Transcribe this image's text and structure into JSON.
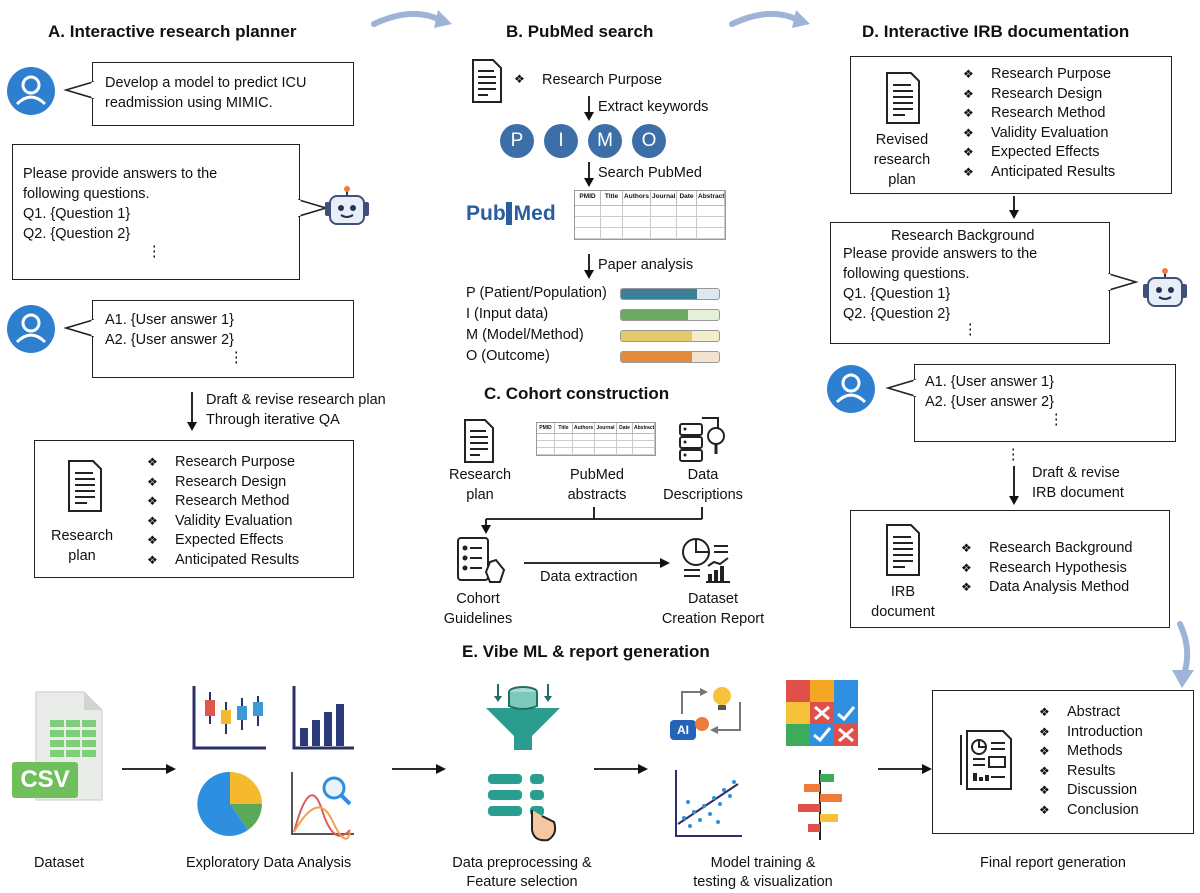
{
  "panelA": {
    "title": "A. Interactive research planner",
    "user_msg_1": "Develop a model to predict ICU",
    "user_msg_2": "readmission using MIMIC.",
    "bot_lines": [
      "Please provide answers to the",
      "following questions.",
      "Q1. {Question 1}",
      "Q2. {Question 2}"
    ],
    "user_answers": [
      "A1. {User answer 1}",
      "A2. {User answer 2}"
    ],
    "ellipsis": "⋮",
    "arrow_label_1": "Draft & revise research plan",
    "arrow_label_2": "Through iterative QA",
    "doc_label_1": "Research",
    "doc_label_2": "plan",
    "plan_items": [
      "Research Purpose",
      "Research Design",
      "Research Method",
      "Validity Evaluation",
      "Expected Effects",
      "Anticipated Results"
    ]
  },
  "panelB": {
    "title": "B. PubMed search",
    "purpose": "Research Purpose",
    "extract": "Extract keywords",
    "pimo": [
      "P",
      "I",
      "M",
      "O"
    ],
    "search": "Search PubMed",
    "pubmed_logo_1": "Pub",
    "pubmed_logo_2": "Med",
    "table_headers": [
      "PMID",
      "Title",
      "Authors",
      "Journal",
      "Date",
      "Abstract"
    ],
    "analysis": "Paper analysis",
    "bars": [
      {
        "label": "P (Patient/Population)",
        "fill": 0.78,
        "color": "#3d7f99",
        "bg": "#dde9ef"
      },
      {
        "label": "I (Input data)",
        "fill": 0.68,
        "color": "#6aaa64",
        "bg": "#e6f0d8"
      },
      {
        "label": "M (Model/Method)",
        "fill": 0.72,
        "color": "#e3c968",
        "bg": "#f3ecc8"
      },
      {
        "label": "O (Outcome)",
        "fill": 0.72,
        "color": "#e48a3a",
        "bg": "#f2e3cf"
      }
    ]
  },
  "panelC": {
    "title": "C. Cohort construction",
    "research_plan_1": "Research",
    "research_plan_2": "plan",
    "pubmed_1": "PubMed",
    "pubmed_2": "abstracts",
    "desc_1": "Data",
    "desc_2": "Descriptions",
    "guide_1": "Cohort",
    "guide_2": "Guidelines",
    "extraction": "Data extraction",
    "report_1": "Dataset",
    "report_2": "Creation Report"
  },
  "panelD": {
    "title": "D. Interactive IRB documentation",
    "doc_label_1": "Revised",
    "doc_label_2": "research",
    "doc_label_3": "plan",
    "plan_items": [
      "Research Purpose",
      "Research Design",
      "Research Method",
      "Validity Evaluation",
      "Expected Effects",
      "Anticipated Results"
    ],
    "bot_lines": [
      "Research Background",
      "Please provide answers to the",
      "following questions.",
      "Q1. {Question 1}",
      "Q2. {Question 2}"
    ],
    "user_answers": [
      "A1. {User answer 1}",
      "A2. {User answer 2}"
    ],
    "ellipsis": "⋮",
    "arrow_label_1": "Draft & revise",
    "arrow_label_2": "IRB document",
    "irb_label_1": "IRB",
    "irb_label_2": "document",
    "irb_items": [
      "Research Background",
      "Research Hypothesis",
      "Data Analysis Method"
    ]
  },
  "panelE": {
    "title": "E. Vibe ML & report generation",
    "csv": "CSV",
    "ai": "AI",
    "stage_labels": {
      "dataset": "Dataset",
      "eda": "Exploratory Data Analysis",
      "prep_1": "Data preprocessing &",
      "prep_2": "Feature selection",
      "train_1": "Model training &",
      "train_2": "testing & visualization",
      "final": "Final report generation"
    },
    "report_items": [
      "Abstract",
      "Introduction",
      "Methods",
      "Results",
      "Discussion",
      "Conclusion"
    ]
  }
}
